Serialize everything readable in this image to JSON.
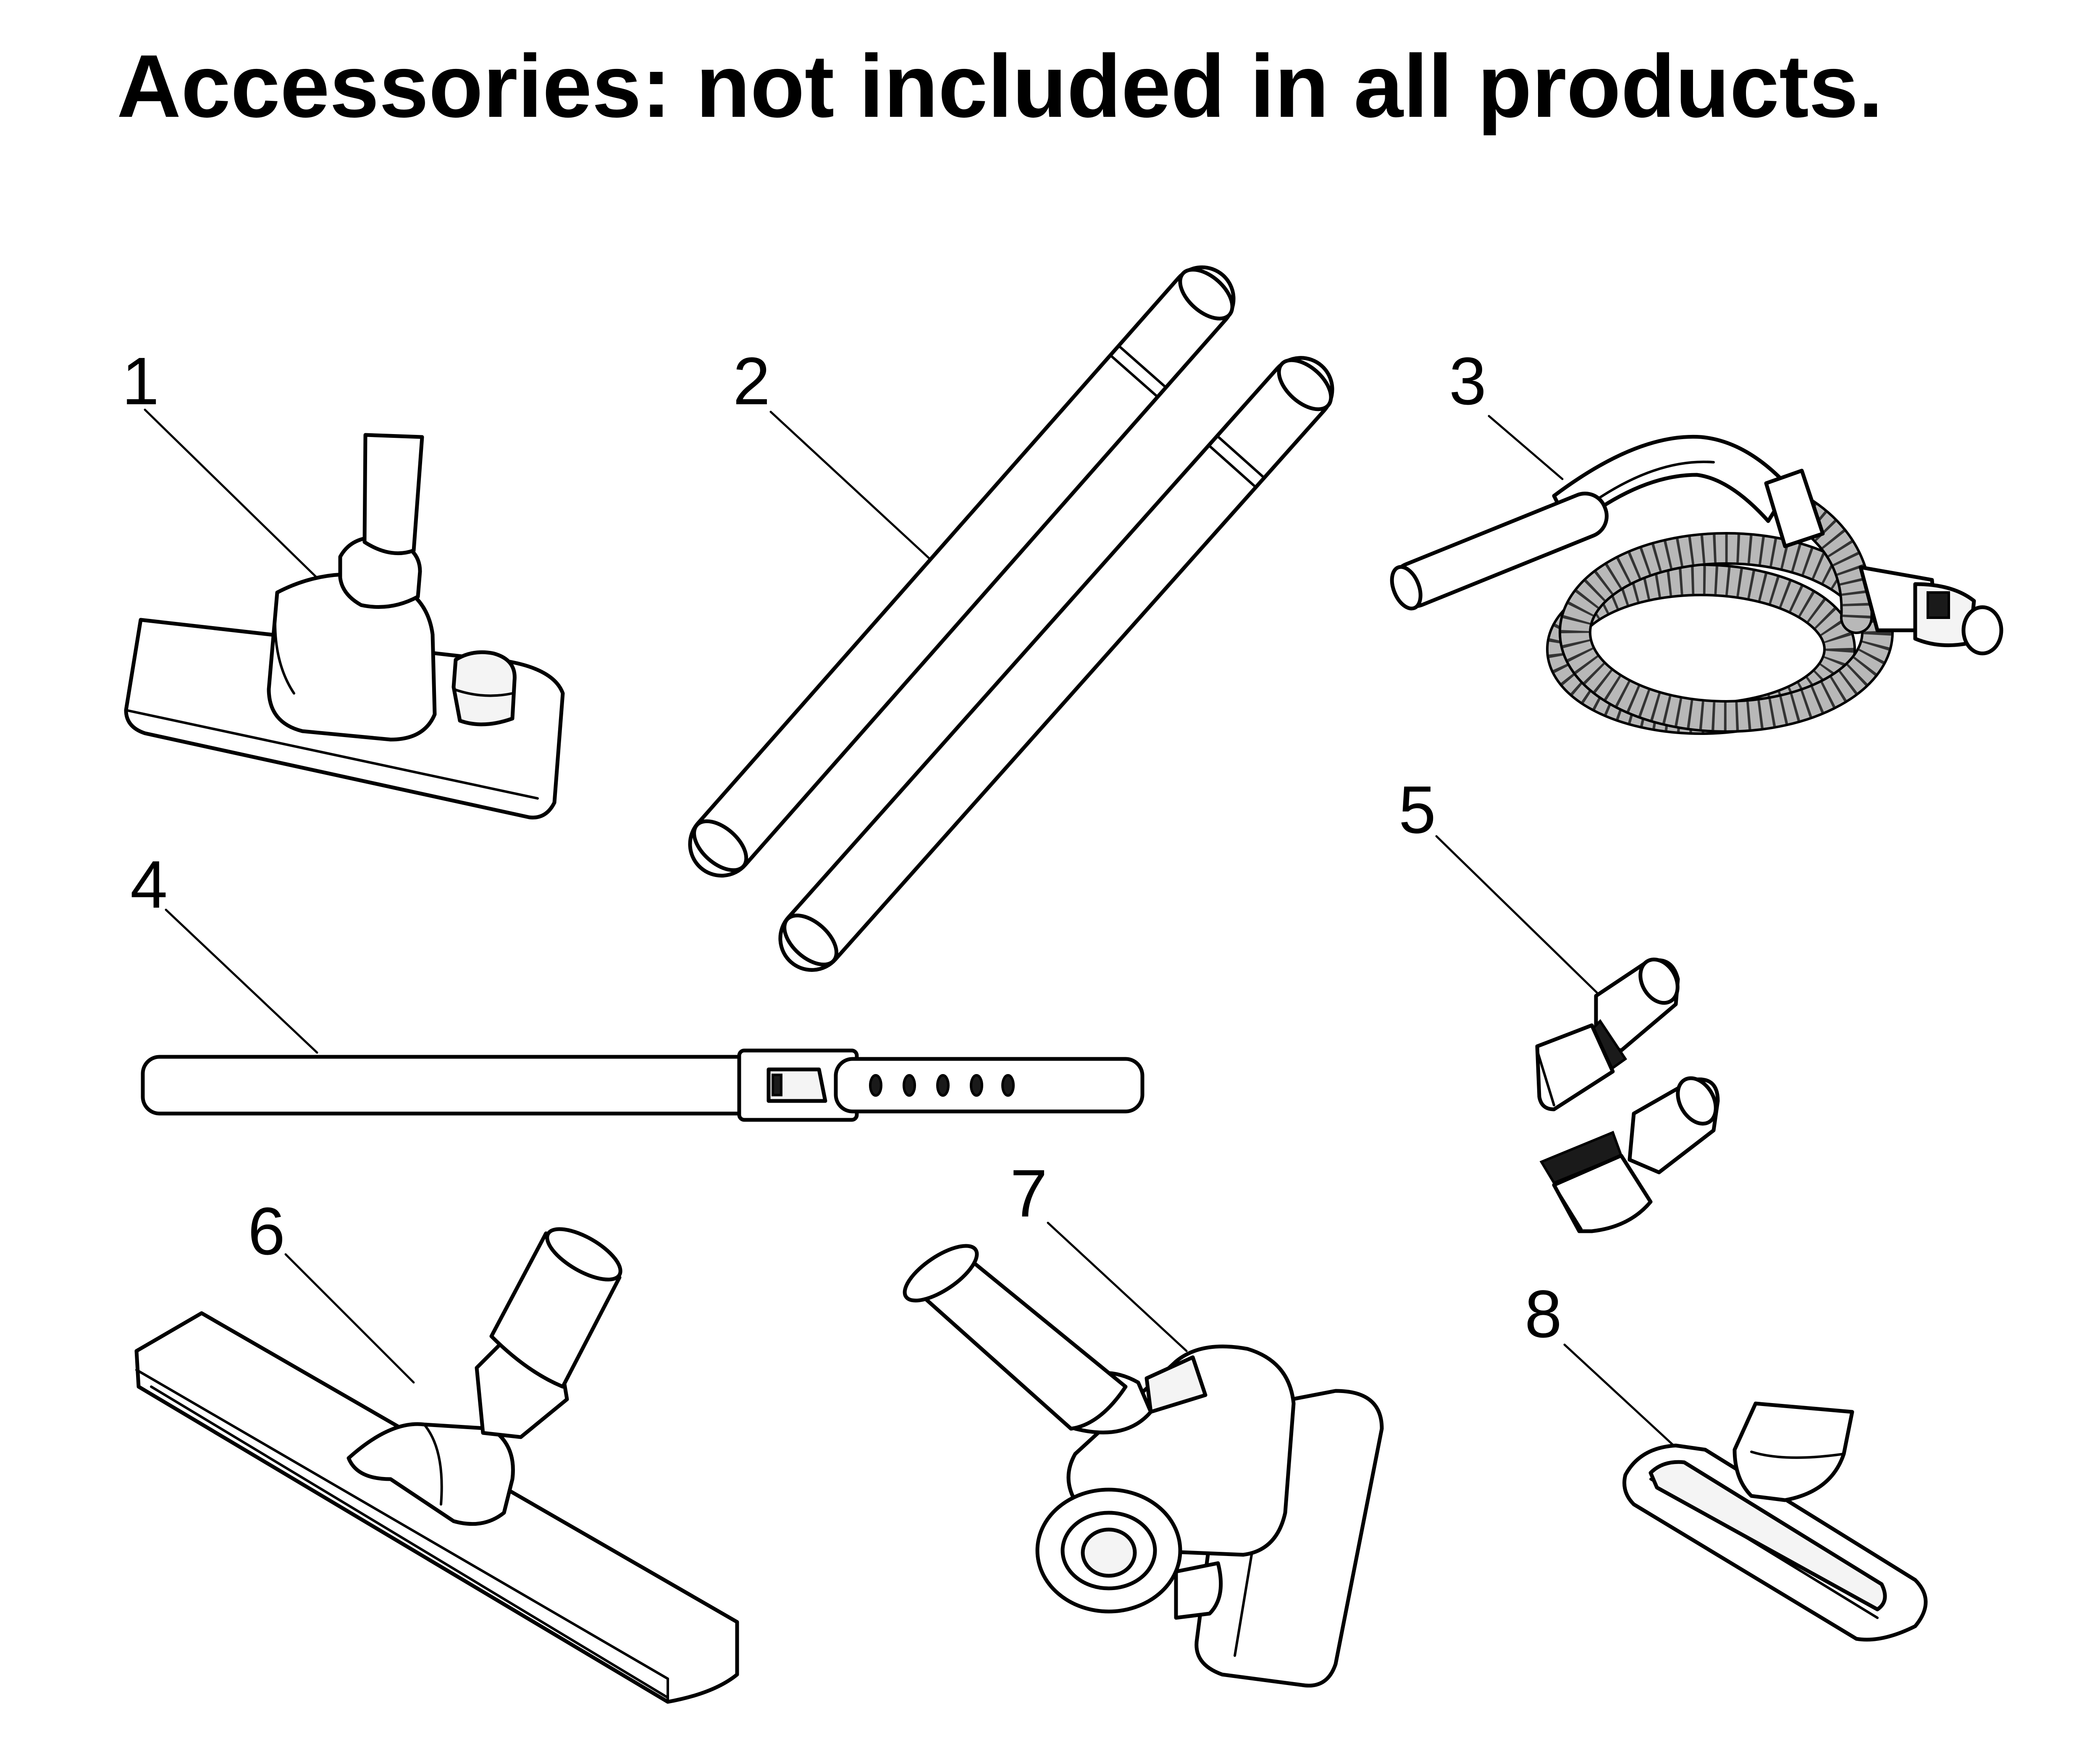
{
  "title": "Accessories: not included in all products.",
  "items": [
    {
      "number": "1",
      "icon": "combination-floor-nozzle-icon"
    },
    {
      "number": "2",
      "icon": "extension-tubes-icon"
    },
    {
      "number": "3",
      "icon": "suction-hose-icon"
    },
    {
      "number": "4",
      "icon": "telescopic-tube-icon"
    },
    {
      "number": "5",
      "icon": "small-nozzles-icon"
    },
    {
      "number": "6",
      "icon": "parquet-floor-nozzle-icon"
    },
    {
      "number": "7",
      "icon": "turbo-brush-icon"
    },
    {
      "number": "8",
      "icon": "upholstery-nozzle-icon"
    }
  ]
}
